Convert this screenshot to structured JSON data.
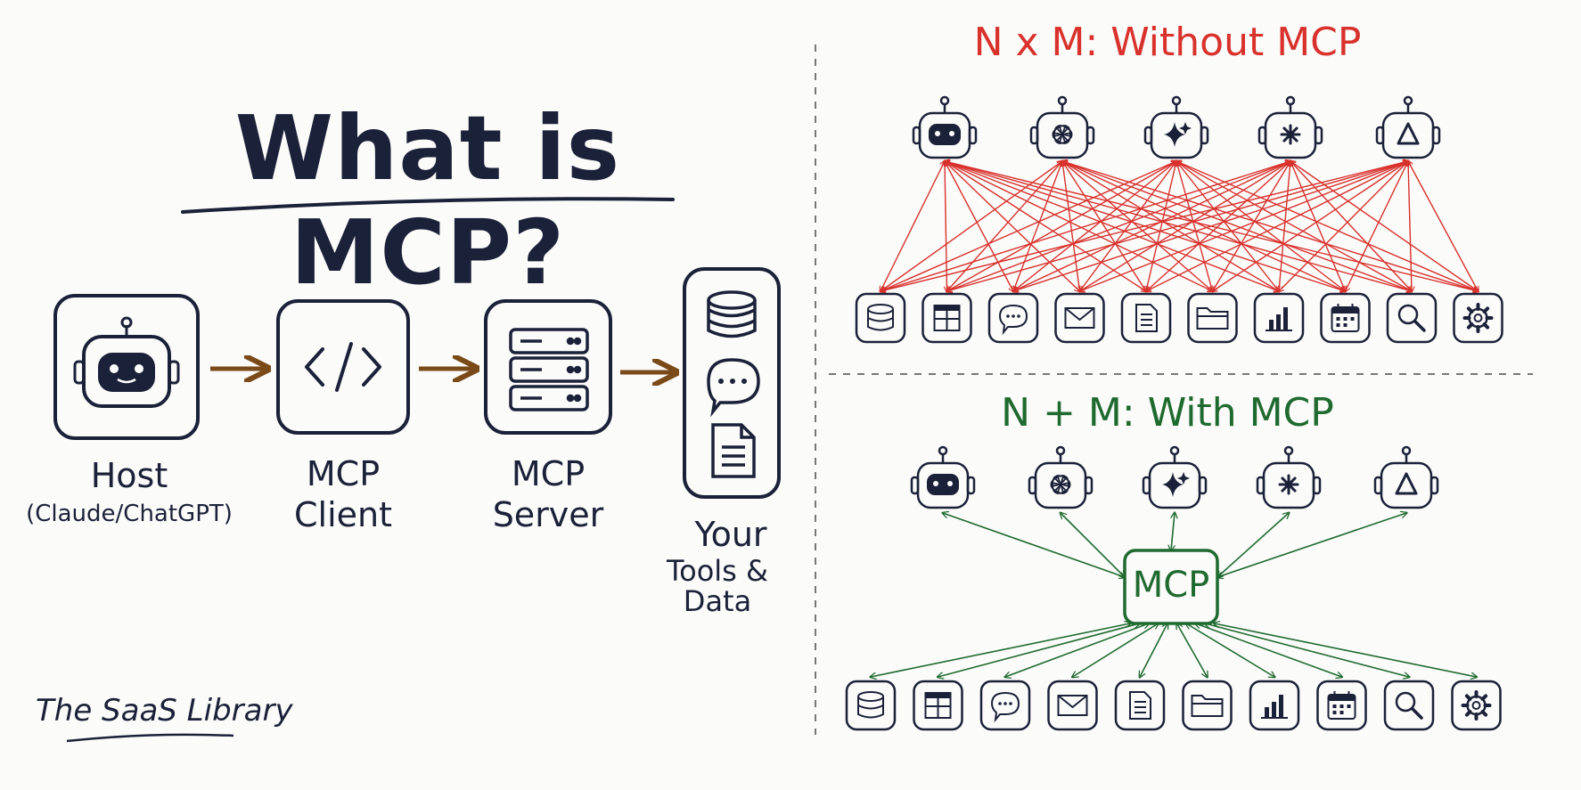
{
  "title": "What is MCP?",
  "flow": {
    "host_label": "Host",
    "host_sub": "(Claude/ChatGPT)",
    "client_label_1": "MCP",
    "client_label_2": "Client",
    "server_label_1": "MCP",
    "server_label_2": "Server",
    "tools_label_1": "Your",
    "tools_label_2": "Tools & Data"
  },
  "without": {
    "title": "N x M: Without MCP"
  },
  "with": {
    "title": "N + M: With MCP",
    "hub_label": "MCP"
  },
  "brand": "The SaaS Library",
  "colors": {
    "ink": "#1b2138",
    "arrow_brown": "#7a4a18",
    "red": "#d9312c",
    "green": "#1f6a2f"
  },
  "ai_models": [
    "robot-face-icon",
    "openai-icon",
    "sparkle-icon",
    "asterisk-icon",
    "triangle-icon"
  ],
  "tool_icons": [
    "database-icon",
    "spreadsheet-icon",
    "chat-icon",
    "mail-icon",
    "document-icon",
    "folder-icon",
    "bar-chart-icon",
    "calendar-icon",
    "search-icon",
    "gear-icon"
  ]
}
